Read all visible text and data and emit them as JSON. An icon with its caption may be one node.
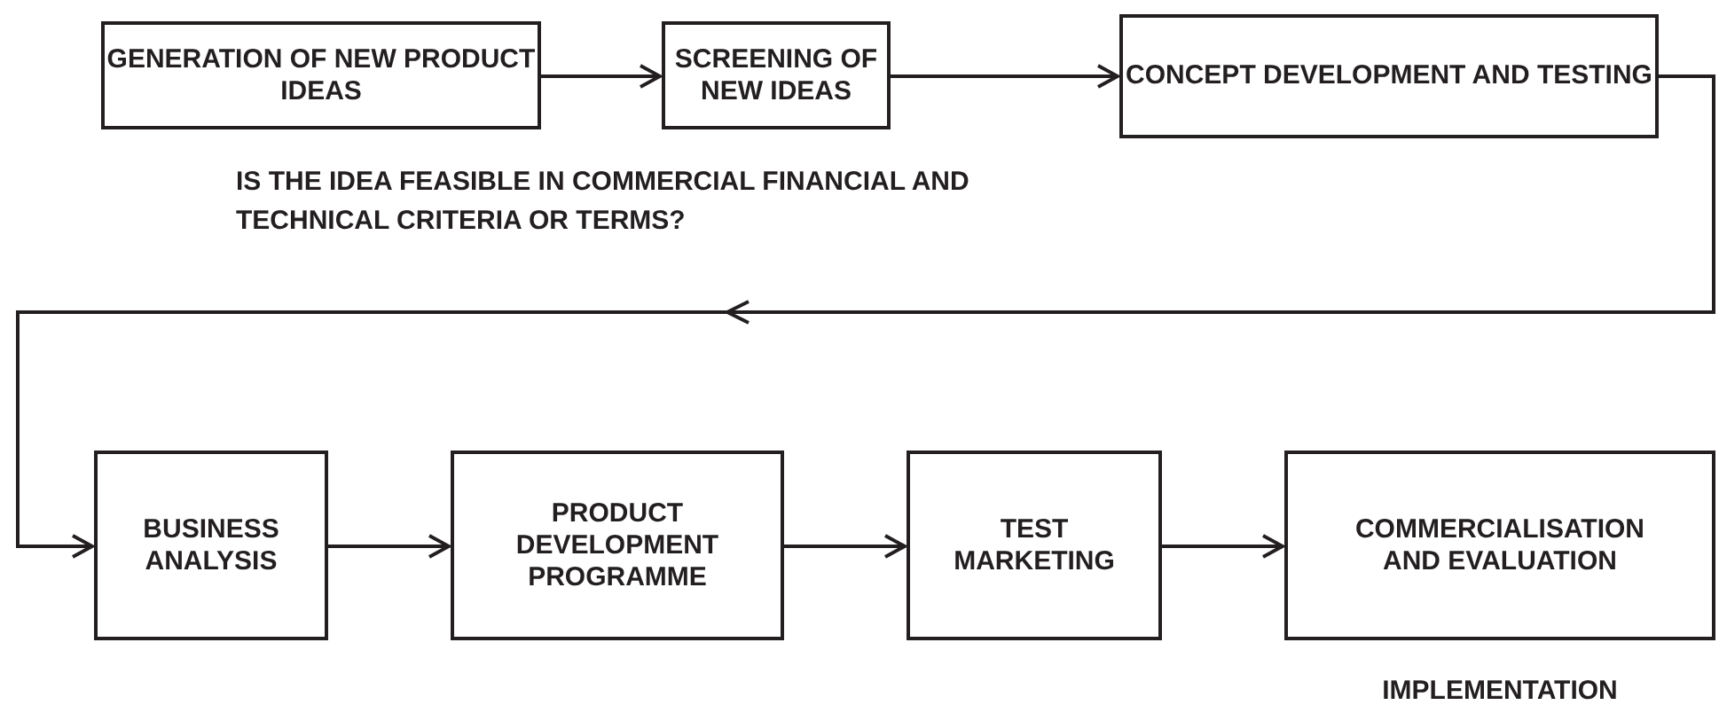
{
  "diagram": {
    "nodes": [
      {
        "text": [
          "GENERATION OF NEW PRODUCT IDEAS"
        ]
      },
      {
        "text": [
          "SCREENING OF NEW IDEAS"
        ]
      },
      {
        "text": [
          "CONCEPT DEVELOPMENT AND TESTING"
        ]
      },
      {
        "text": [
          "BUSINESS ANALYSIS"
        ]
      },
      {
        "text": [
          "PRODUCT DEVELOPMENT PROGRAMME"
        ]
      },
      {
        "text": [
          "TEST MARKETING"
        ]
      },
      {
        "text": [
          "COMMERCIALISATION AND EVALUATION"
        ],
        "beside": [
          "IMPLEMENTATION"
        ]
      }
    ],
    "edges": [
      {
        "from": 0,
        "to": 1,
        "arrow": "to"
      },
      {
        "from": 1,
        "to": 2,
        "arrow": "to"
      },
      {
        "from": 2,
        "to": 3,
        "arrow": "to"
      },
      {
        "from": 3,
        "to": 4,
        "arrow": "to"
      },
      {
        "from": 4,
        "to": 5,
        "arrow": "to"
      },
      {
        "from": 5,
        "to": 6,
        "arrow": "to"
      }
    ],
    "labels": [
      "IS THE IDEA FEASIBLE IN COMMERCIAL FINANCIAL AND TECHNICAL CRITERIA OR TERMS?"
    ]
  }
}
